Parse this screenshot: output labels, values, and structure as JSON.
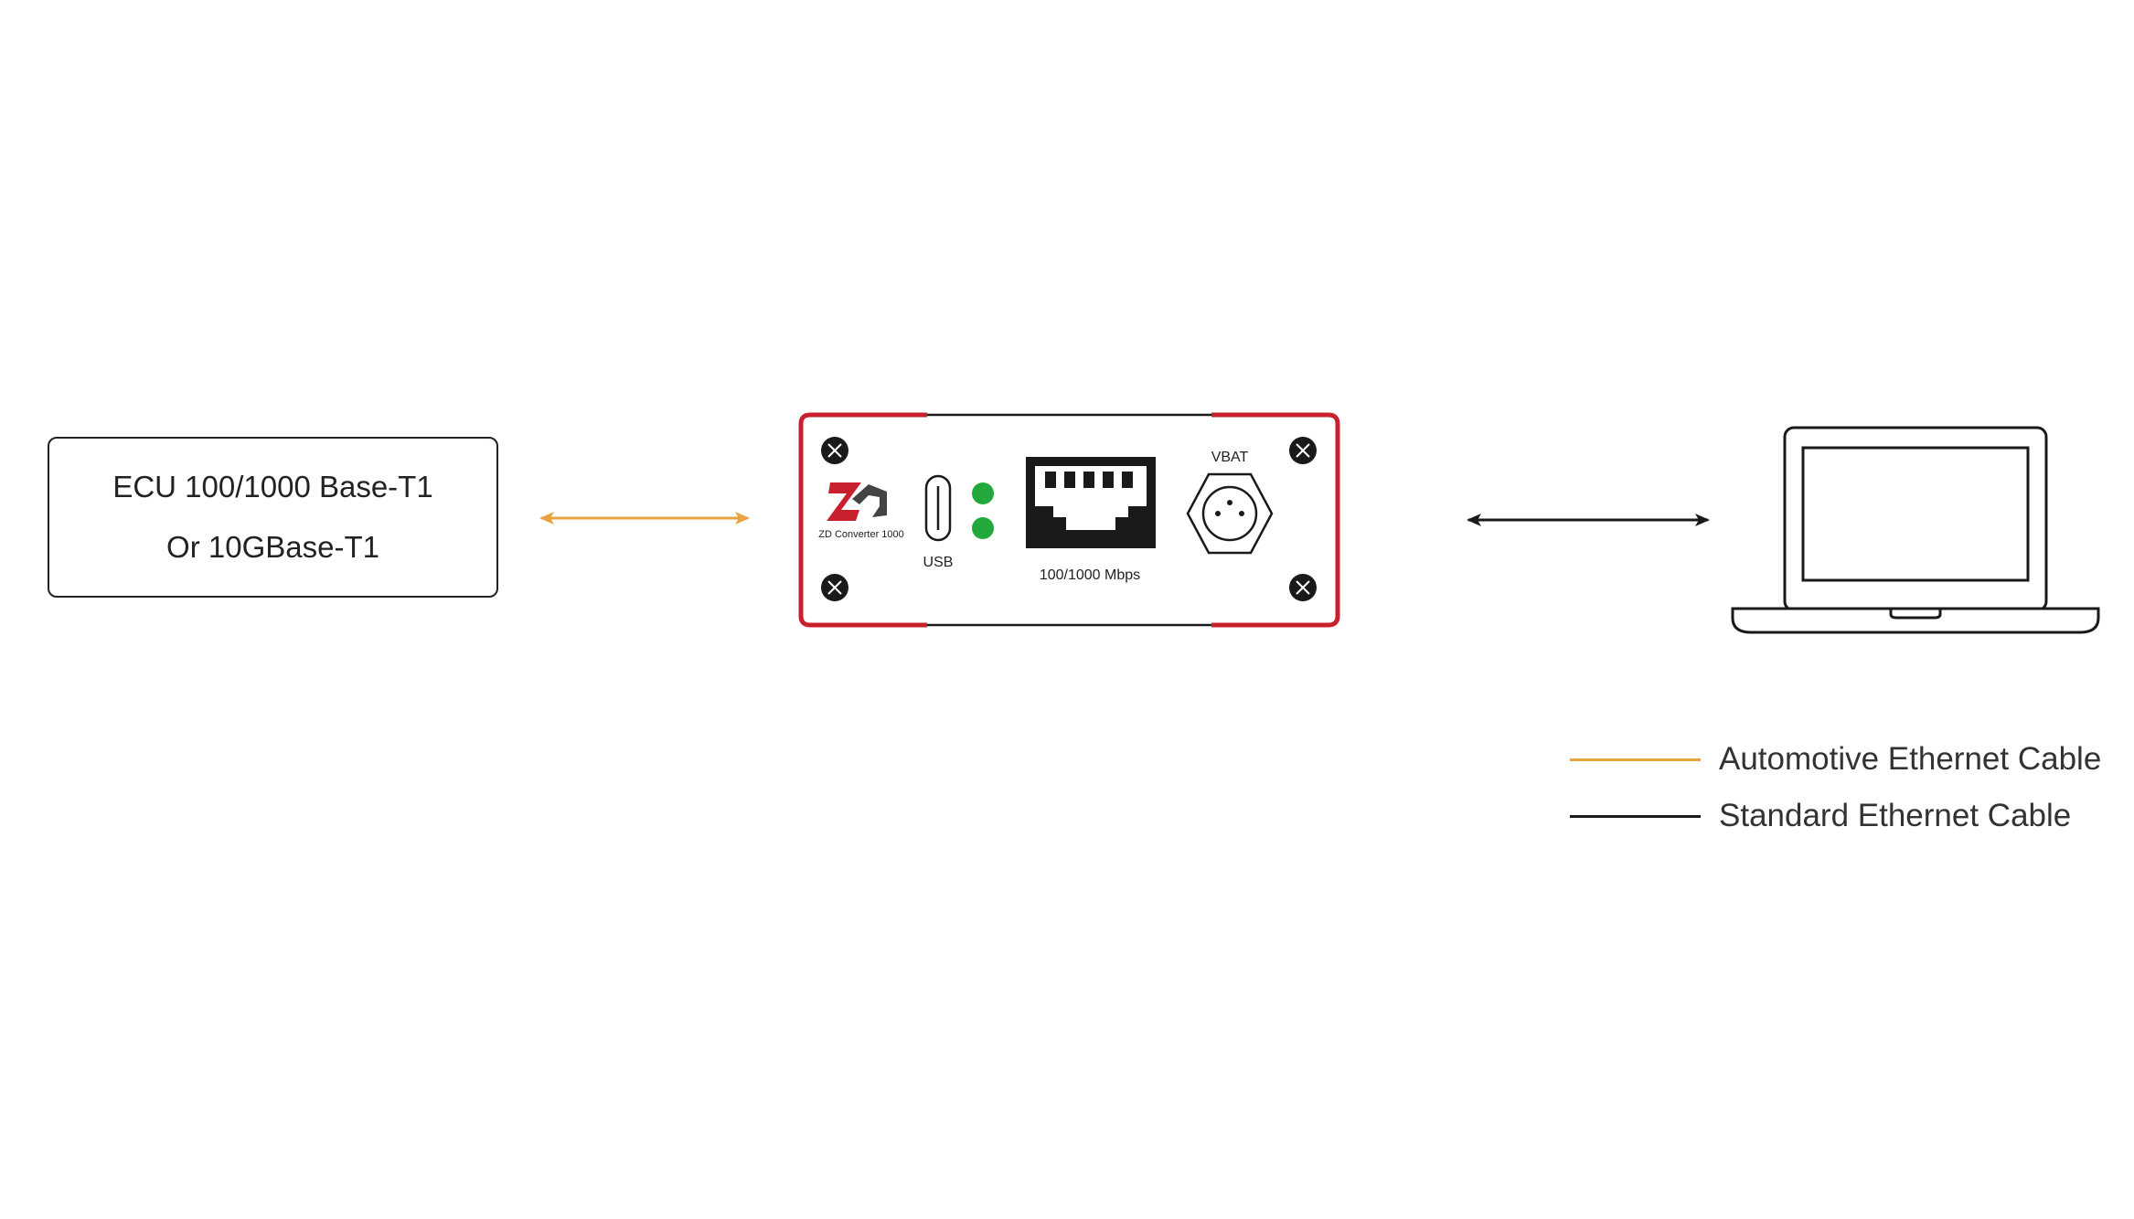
{
  "ecu": {
    "line1": "ECU 100/1000 Base-T1",
    "line2": "Or 10GBase-T1"
  },
  "device": {
    "brand_text": "ZD Converter 1000",
    "usb_label": "USB",
    "rj45_label": "100/1000 Mbps",
    "vbat_label": "VBAT"
  },
  "legend": {
    "items": [
      {
        "label": "Automotive Ethernet Cable",
        "color": "#E8A33D"
      },
      {
        "label": "Standard Ethernet Cable",
        "color": "#1A1A1A"
      }
    ]
  },
  "colors": {
    "device_accent": "#C8202C",
    "led": "#23A83B",
    "automotive_cable": "#E8A33D",
    "standard_cable": "#1A1A1A"
  }
}
